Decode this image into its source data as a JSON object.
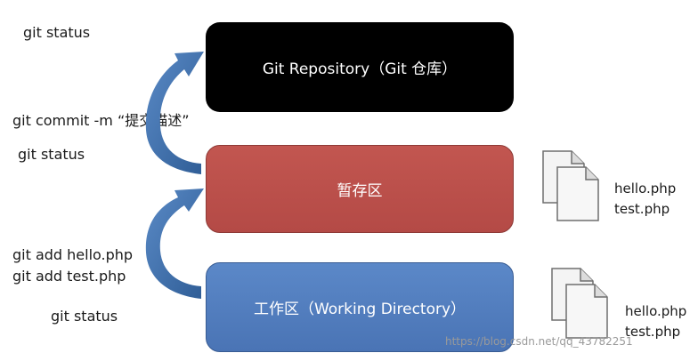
{
  "labels": {
    "status_top": "git status",
    "commit_cmd": "git commit -m “提交描述”",
    "status_middle": "git status",
    "add_hello": "git add hello.php",
    "add_test": "git add test.php",
    "status_bottom": "git status"
  },
  "boxes": {
    "repository": "Git Repository（Git 仓库）",
    "staging": "暂存区",
    "working": "工作区（Working Directory）"
  },
  "staged_files": [
    "hello.php",
    "test.php"
  ],
  "working_files": [
    "hello.php",
    "test.php"
  ],
  "watermark": "https://blog.csdn.net/qq_43782251",
  "colors": {
    "repository": "#000000",
    "staging": "#b94f4b",
    "working": "#4f7dbf",
    "arrow": "#3f6ea8"
  },
  "icons": [
    "documents-icon",
    "documents-icon"
  ]
}
